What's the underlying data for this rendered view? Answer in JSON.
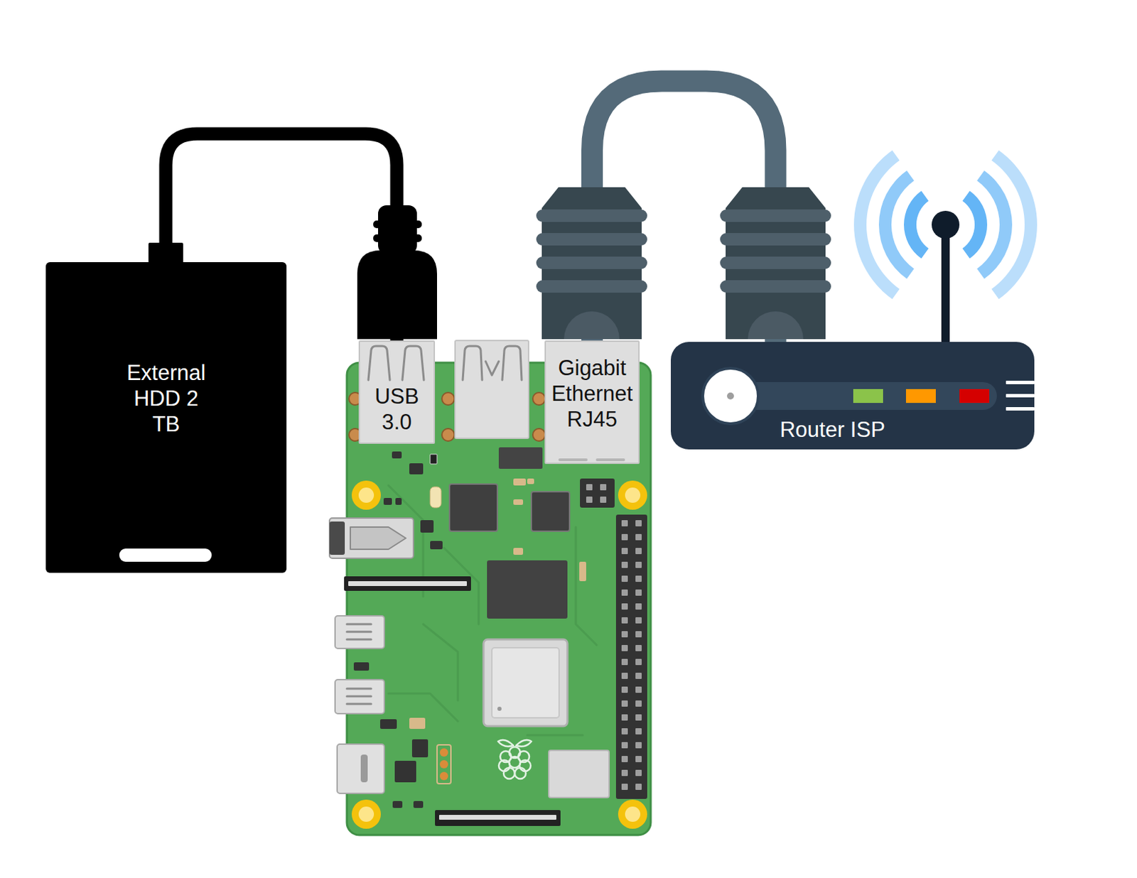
{
  "diagram": {
    "nodes": [
      {
        "text": [
          "External HDD 2 TB"
        ]
      },
      {
        "text": [
          "USB 3.0"
        ]
      },
      {
        "text": [
          "Gigabit Ethernet RJ45"
        ]
      },
      {
        "text": [
          "Router ISP"
        ]
      }
    ],
    "edges": [
      {
        "from": 0,
        "to": 1,
        "arrow": "none"
      },
      {
        "from": 2,
        "to": 3,
        "arrow": "none"
      }
    ]
  }
}
